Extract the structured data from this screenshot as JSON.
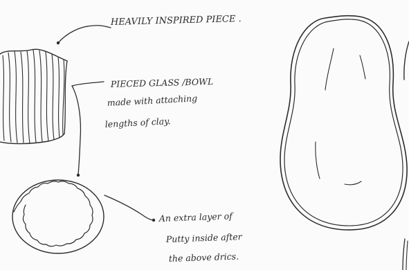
{
  "annotations": {
    "inspired_piece": "HEAVILY INSPIRED PIECE .",
    "pieced_glass_line1": "PIECED GLASS /BOWL",
    "pieced_glass_line2": "made with attaching",
    "pieced_glass_line3": "lengths of clay.",
    "extra_layer_line1": "An extra layer of",
    "extra_layer_line2": "Putty inside after",
    "extra_layer_line3": "the above drics."
  },
  "colors": {
    "paper": "#fbfbfb",
    "ink": "#2b2b2b"
  }
}
